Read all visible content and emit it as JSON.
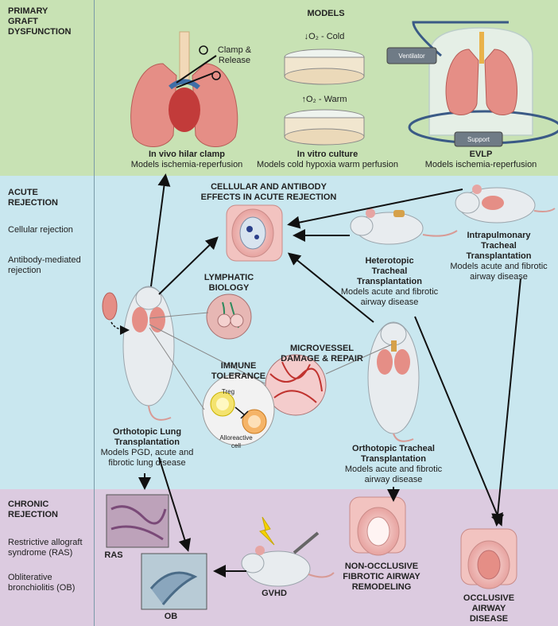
{
  "sections": {
    "pgd": {
      "title_lines": [
        "PRIMARY",
        "GRAFT",
        "DYSFUNCTION"
      ]
    },
    "acute": {
      "title_lines": [
        "ACUTE",
        "REJECTION"
      ],
      "items": [
        "Cellular rejection",
        "Antibody-mediated",
        "rejection"
      ]
    },
    "chronic": {
      "title_lines": [
        "CHRONIC",
        "REJECTION"
      ],
      "items": [
        "Restrictive allograft",
        "syndrome (RAS)",
        "Obliterative",
        "bronchiolitis (OB)"
      ]
    }
  },
  "models": {
    "header": "MODELS",
    "clamp_label": [
      "Clamp &",
      "Release"
    ],
    "cold_label": "↓O₂ - Cold",
    "warm_label": "↑O₂ - Warm",
    "ventilator": "Ventilator",
    "support": "Support",
    "hilar": {
      "title": "In vivo hilar clamp",
      "sub": "Models ischemia-reperfusion"
    },
    "culture": {
      "title": "In vitro culture",
      "sub": "Models cold hypoxia   warm perfusion"
    },
    "evlp": {
      "title": "EVLP",
      "sub": "Models ischemia-reperfusion"
    }
  },
  "acute_panel": {
    "cellular_title": [
      "CELLULAR AND ANTIBODY",
      "EFFECTS IN ACUTE REJECTION"
    ],
    "lymphatic": [
      "LYMPHATIC",
      "BIOLOGY"
    ],
    "microvessel": [
      "MICROVESSEL",
      "DAMAGE & REPAIR"
    ],
    "immune": [
      "IMMUNE",
      "TOLERANCE"
    ],
    "treg": "Treg",
    "alloreactive": [
      "Alloreactive",
      "cell"
    ],
    "heterotopic": {
      "title": [
        "Heterotopic",
        "Tracheal",
        "Transplantation"
      ],
      "sub": [
        "Models acute and fibrotic",
        "airway disease"
      ]
    },
    "intrapulmonary": {
      "title": [
        "Intrapulmonary",
        "Tracheal",
        "Transplantation"
      ],
      "sub": [
        "Models acute and fibrotic",
        "airway disease"
      ]
    },
    "orthotopic_lung": {
      "title": [
        "Orthotopic Lung",
        "Transplantation"
      ],
      "sub": [
        "Models PGD, acute and",
        "fibrotic lung disease"
      ]
    },
    "orthotopic_tracheal": {
      "title": [
        "Orthotopic Tracheal",
        "Transplantation"
      ],
      "sub": [
        "Models acute and fibrotic",
        "airway disease"
      ]
    }
  },
  "chronic_panel": {
    "ras": "RAS",
    "ob": "OB",
    "gvhd": "GVHD",
    "nonocclusive": [
      "NON-OCCLUSIVE",
      "FIBROTIC AIRWAY",
      "REMODELING"
    ],
    "occlusive": [
      "OCCLUSIVE",
      "AIRWAY",
      "DISEASE"
    ]
  },
  "colors": {
    "pgd_band": "#c8e2b4",
    "acute_band": "#c9e7ef",
    "chronic_band": "#dccbe0",
    "lung": "#e58e86",
    "trachea_ring": "#f2c3c0"
  }
}
